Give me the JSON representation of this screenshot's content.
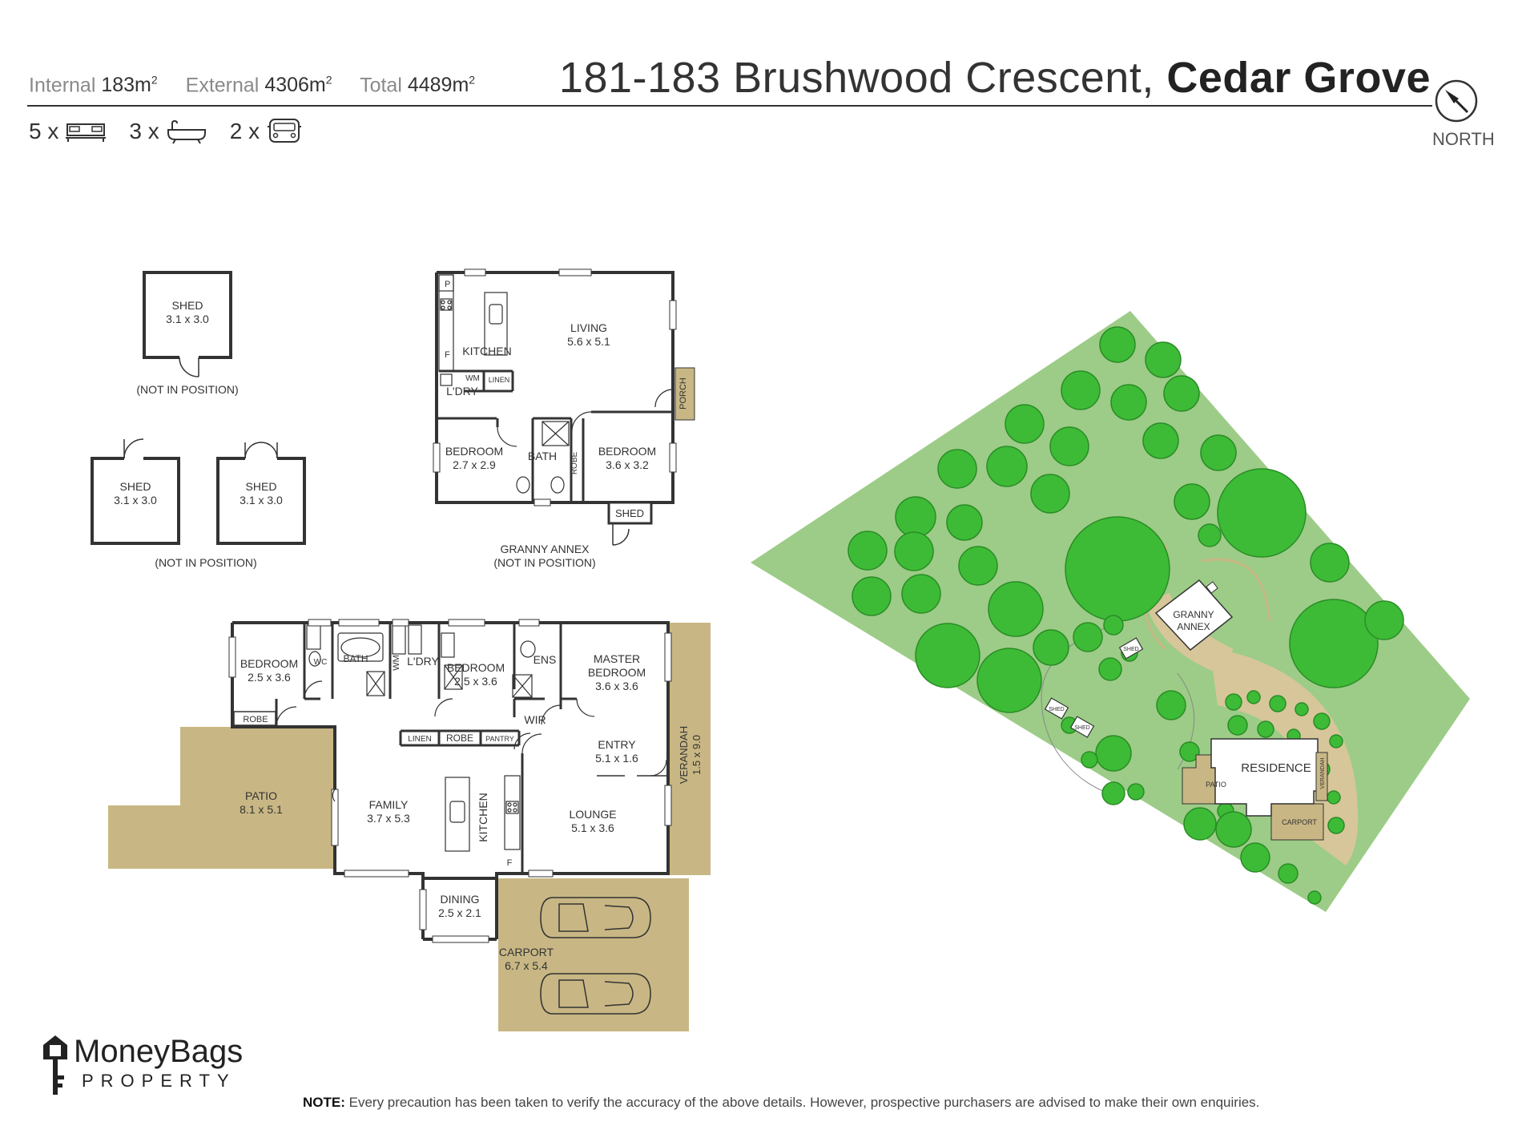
{
  "header": {
    "internal_label": "Internal",
    "internal_value": "183m",
    "external_label": "External",
    "external_value": "4306m",
    "total_label": "Total",
    "total_value": "4489m",
    "area_unit_sup": "2",
    "address_street": "181-183 Brushwood Crescent,",
    "address_suburb": "Cedar Grove",
    "north_label": "NORTH"
  },
  "features": {
    "beds": "5 x",
    "baths": "3 x",
    "cars": "2 x"
  },
  "sheds": {
    "shed1_name": "SHED",
    "shed1_dims": "3.1 x 3.0",
    "shed1_note": "(NOT IN POSITION)",
    "shed2_name": "SHED",
    "shed2_dims": "3.1 x 3.0",
    "shed3_name": "SHED",
    "shed3_dims": "3.1 x 3.0",
    "shed23_note": "(NOT IN POSITION)"
  },
  "annex": {
    "kitchen": "KITCHEN",
    "p": "P",
    "f": "F",
    "wm": "WM",
    "linen": "LINEN",
    "ldry": "L'DRY",
    "living": "LIVING",
    "living_dims": "5.6 x 5.1",
    "porch": "PORCH",
    "bed1": "BEDROOM",
    "bed1_dims": "2.7 x 2.9",
    "bath": "BATH",
    "robe": "ROBE",
    "bed2": "BEDROOM",
    "bed2_dims": "3.6 x 3.2",
    "shed": "SHED",
    "title": "GRANNY ANNEX",
    "note": "(NOT IN POSITION)"
  },
  "residence": {
    "bed1": "BEDROOM",
    "bed1_dims": "2.5 x 3.6",
    "robe1": "ROBE",
    "wc": "WC",
    "bath": "BATH",
    "wm": "WM",
    "ldry": "L'DRY",
    "bed2": "BEDROOM",
    "bed2_dims": "2.5 x 3.6",
    "ens": "ENS",
    "master": "MASTER",
    "master2": "BEDROOM",
    "master_dims": "3.6 x 3.6",
    "linen": "LINEN",
    "robe2": "ROBE",
    "pantry": "PANTRY",
    "wir": "WIR",
    "entry": "ENTRY",
    "entry_dims": "5.1 x 1.6",
    "verandah": "VERANDAH",
    "verandah_dims": "1.5 x 9.0",
    "patio": "PATIO",
    "patio_dims": "8.1 x 5.1",
    "family": "FAMILY",
    "family_dims": "3.7 x 5.3",
    "kitchen": "KITCHEN",
    "f": "F",
    "lounge": "LOUNGE",
    "lounge_dims": "5.1 x 3.6",
    "dining": "DINING",
    "dining_dims": "2.5 x 2.1",
    "carport": "CARPORT",
    "carport_dims": "6.7 x 5.4"
  },
  "site": {
    "granny_annex_1": "GRANNY",
    "granny_annex_2": "ANNEX",
    "shed_a": "SHED",
    "shed_b": "SHED",
    "shed_c": "SHED",
    "residence": "RESIDENCE",
    "patio": "PATIO",
    "verandah": "VERANDAH",
    "carport": "CARPORT"
  },
  "logo": {
    "main": "MoneyBags",
    "sub": "PROPERTY"
  },
  "note": {
    "label": "NOTE:",
    "text": " Every precaution has been taken to verify the accuracy of the above details. However, prospective purchasers are advised to make their own enquiries."
  },
  "colors": {
    "lawn": "#9ccc87",
    "tree": "#3dbb36",
    "tan": "#c8b784",
    "wall": "#333333"
  }
}
